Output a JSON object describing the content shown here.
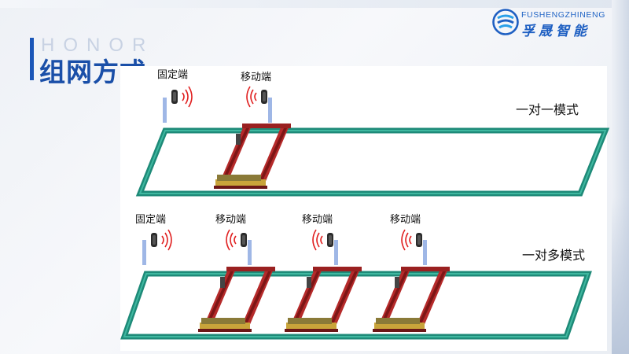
{
  "header": {
    "title_en": "HONOR",
    "title_cn": "组网方式"
  },
  "logo": {
    "en": "FUSHENGZHINENG",
    "cn": "孚晟智能",
    "colors": {
      "primary": "#1e5fc2",
      "accent": "#2aa0e8"
    }
  },
  "diagram": {
    "modes": [
      {
        "name": "一对一模式",
        "fixed_label": "固定端",
        "mobile_labels": [
          "移动端"
        ]
      },
      {
        "name": "一对多模式",
        "fixed_label": "固定端",
        "mobile_labels": [
          "移动端",
          "移动端",
          "移动端"
        ]
      }
    ],
    "colors": {
      "rail": "#1e8a78",
      "rail_light": "#3fb8a0",
      "crane": "#b52a2a",
      "crane_dark": "#7d1616",
      "signal": "#e02020",
      "post": "#9fb7e6"
    },
    "icons": [
      "radio-wave-icon",
      "wireless-device-icon"
    ]
  }
}
